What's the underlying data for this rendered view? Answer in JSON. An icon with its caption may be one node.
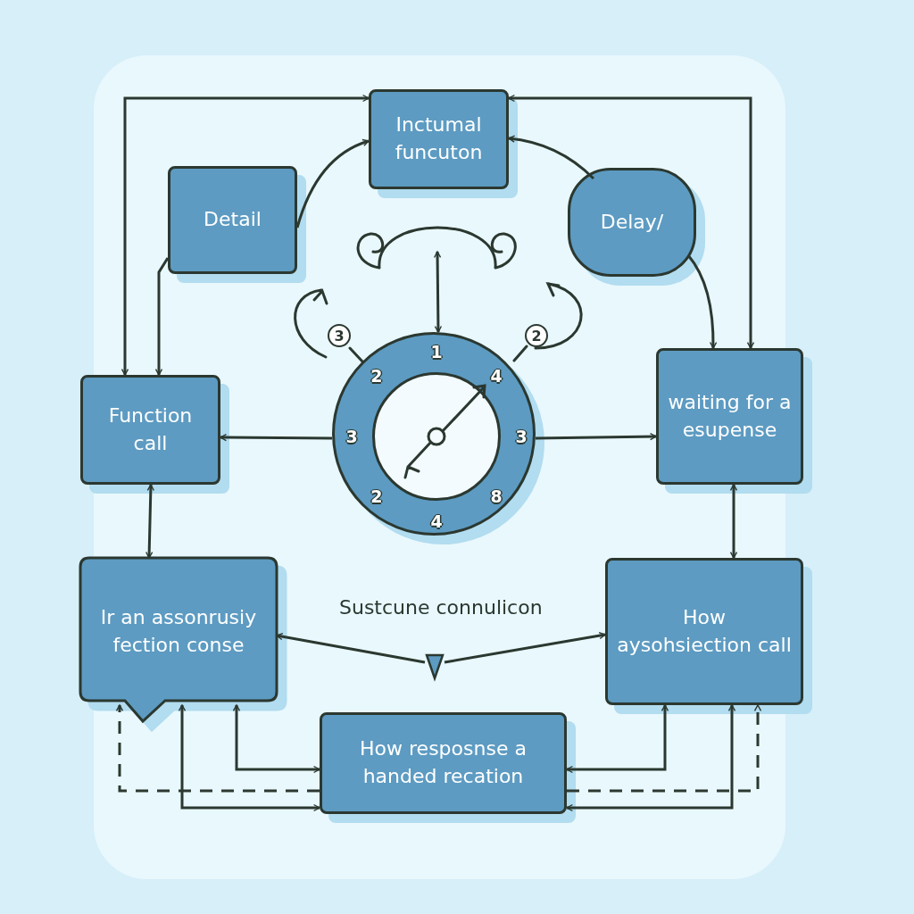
{
  "diagram": {
    "nodes": [
      {
        "text": [
          "Inctumal funcuton"
        ]
      },
      {
        "text": [
          "Detail"
        ]
      },
      {
        "text": [
          "Delay/"
        ]
      },
      {
        "text": [
          "Function call"
        ]
      },
      {
        "text": [
          "1",
          "4",
          "3",
          "8",
          "4",
          "2",
          "3",
          "2"
        ]
      },
      {
        "text": [
          "waiting for a esupense"
        ]
      },
      {
        "text": [
          "Ir an assonrusiy fection conse"
        ]
      },
      {
        "text": [
          "How aysohsiection call"
        ]
      },
      {
        "text": [
          "How resposnse a handed recation"
        ]
      },
      {
        "text": [],
        "shape": "triangle"
      }
    ],
    "edges": [
      {
        "from": 1,
        "to": 0,
        "arrow": "to"
      },
      {
        "from": 2,
        "to": 0,
        "arrow": "to"
      },
      {
        "from": 3,
        "to": 0,
        "arrow": "both"
      },
      {
        "from": 1,
        "to": 3,
        "arrow": "to"
      },
      {
        "from": 5,
        "to": 0,
        "arrow": "both"
      },
      {
        "from": 2,
        "to": 5,
        "arrow": "to"
      },
      {
        "from": 4,
        "to": 3,
        "arrow": "to"
      },
      {
        "from": 4,
        "to": 5,
        "arrow": "to"
      },
      {
        "from": 3,
        "to": 6,
        "arrow": "both"
      },
      {
        "from": 5,
        "to": 7,
        "arrow": "both"
      },
      {
        "from": null,
        "to": 4,
        "arrow": "both"
      },
      {
        "from": 6,
        "to": 8,
        "arrow": "both"
      },
      {
        "from": 6,
        "to": 8,
        "arrow": "both"
      },
      {
        "from": 8,
        "to": 6,
        "arrow": "to",
        "style": "dashed"
      },
      {
        "from": 7,
        "to": 8,
        "arrow": "both"
      },
      {
        "from": 7,
        "to": 8,
        "arrow": "both"
      },
      {
        "from": 8,
        "to": 7,
        "arrow": "to",
        "style": "dashed"
      },
      {
        "from": 9,
        "to": 6,
        "arrow": "to"
      },
      {
        "from": 9,
        "to": 7,
        "arrow": "to"
      }
    ],
    "labels": [
      "3",
      "2",
      "Sustcune connulicon"
    ]
  }
}
